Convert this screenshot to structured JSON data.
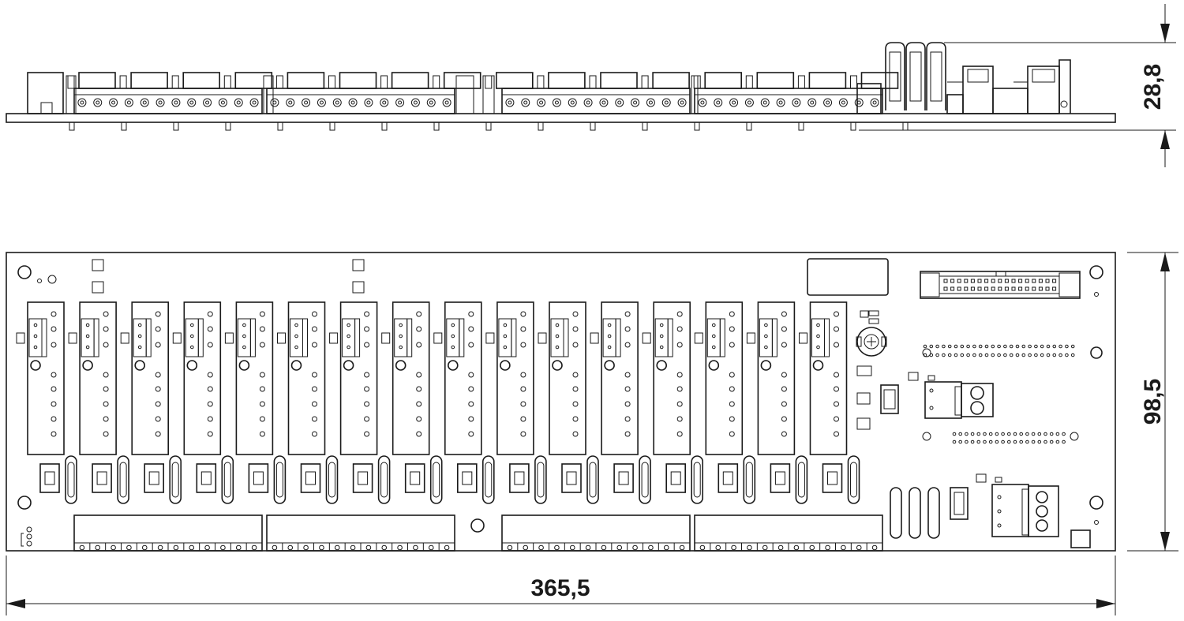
{
  "dimensions": {
    "height_side": "28,8",
    "height_top": "98,5",
    "width": "365,5"
  },
  "board": {
    "relay_channels": 16,
    "terminal_blocks": 4,
    "terminals_per_block": 12
  },
  "colors": {
    "line": "#1a1a1a",
    "background": "#ffffff"
  }
}
